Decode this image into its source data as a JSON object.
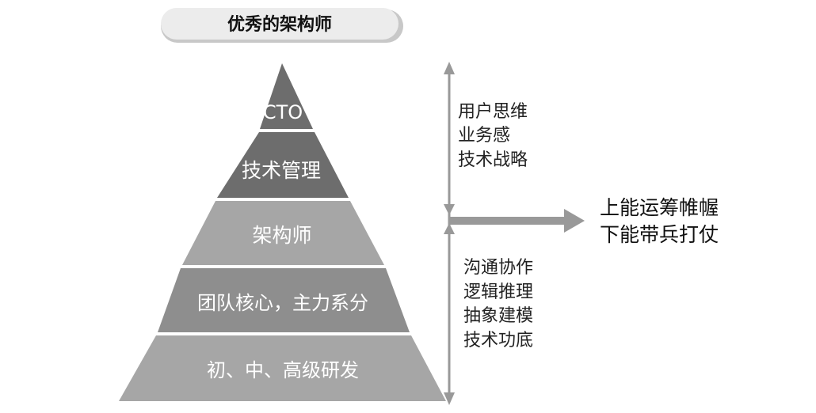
{
  "title": "优秀的架构师",
  "pyramid": {
    "layers": [
      {
        "label": "CTO",
        "color": "#6d6d6d"
      },
      {
        "label": "技术管理",
        "color": "#6d6d6d"
      },
      {
        "label": "架构师",
        "color": "#a6a6a6"
      },
      {
        "label": "团队核心，主力系分",
        "color": "#8e8e8e"
      },
      {
        "label": "初、中、高级研发",
        "color": "#a6a6a6"
      }
    ]
  },
  "upper_group": [
    "用户思维",
    "业务感",
    "技术战略"
  ],
  "lower_group": [
    "沟通协作",
    "逻辑推理",
    "抽象建模",
    "技术功底"
  ],
  "right_text": [
    "上能运筹帷幄",
    "下能带兵打仗"
  ],
  "colors": {
    "arrow": "#999999",
    "title_fill": "#ececec",
    "title_border": "#c8c8c8"
  }
}
